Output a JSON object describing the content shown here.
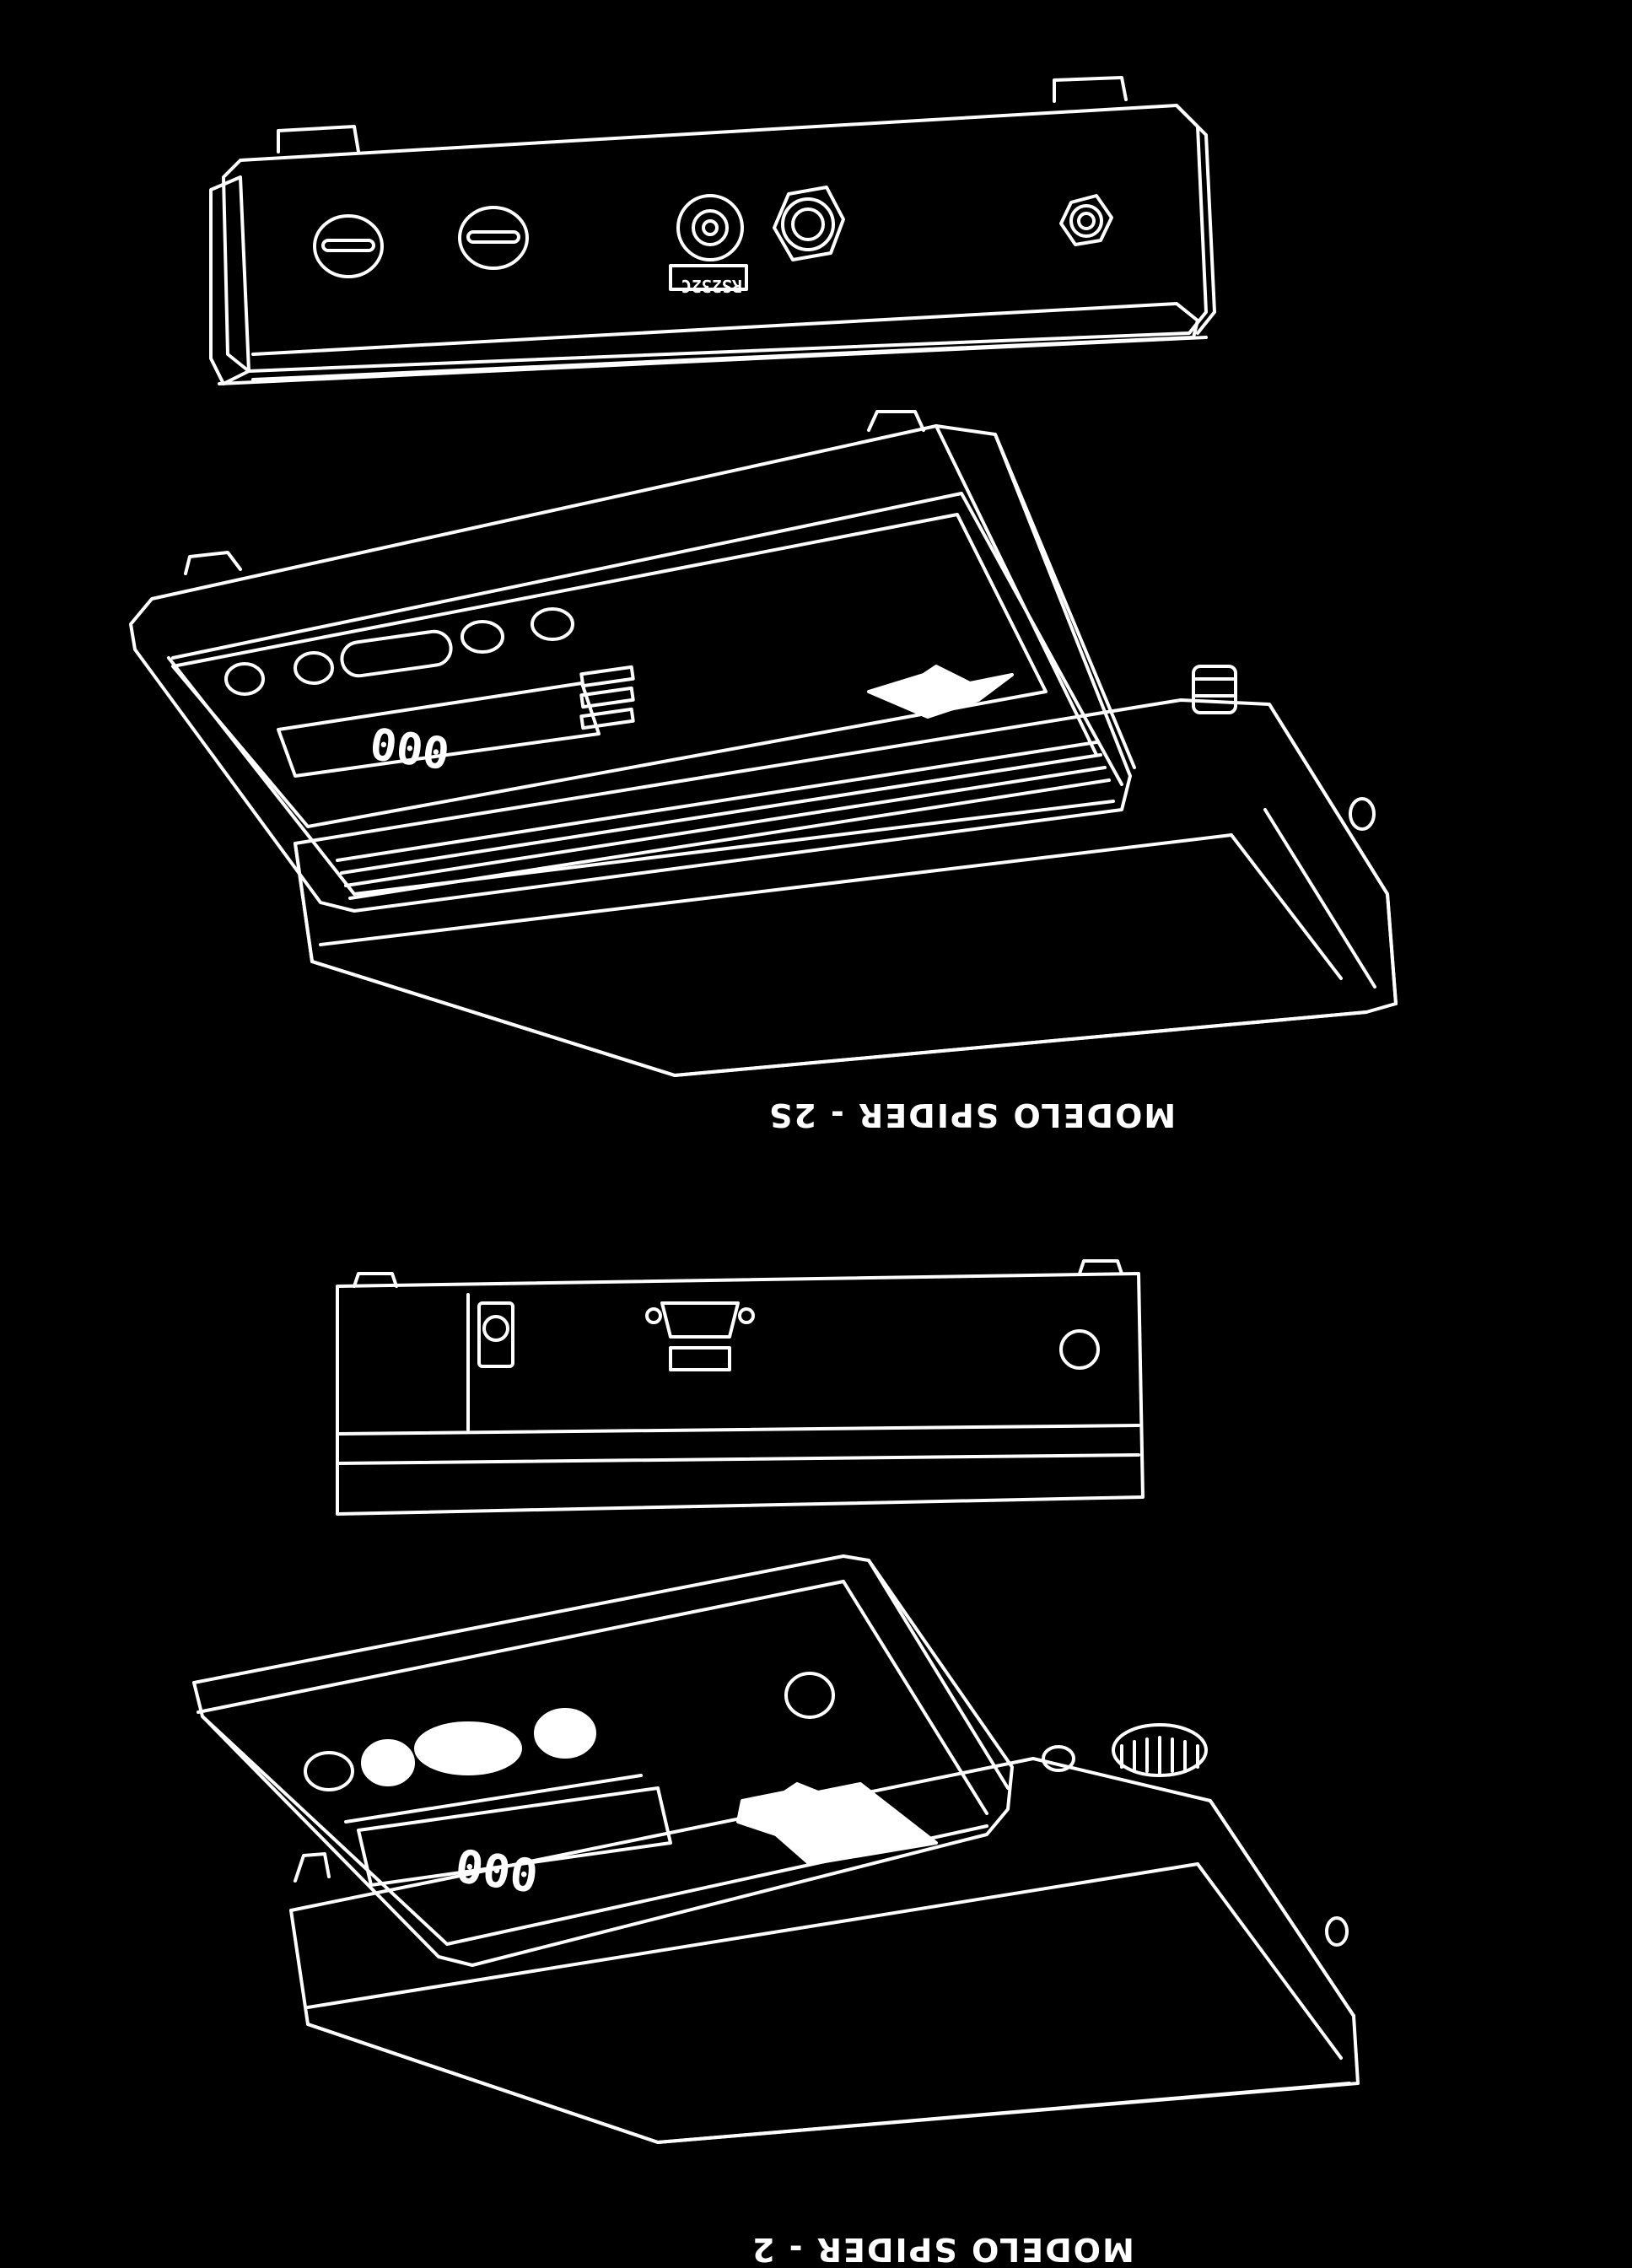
{
  "figure": {
    "captions": {
      "top": "MODELO SPIDER - 2S",
      "bottom": "MODELO SPIDER - 2"
    },
    "colors": {
      "background": "#000000",
      "line": "#ffffff"
    },
    "top_model": {
      "display_readout": "000",
      "rear_panel_label": "RS232C"
    },
    "bottom_model": {
      "display_readout": "000"
    }
  }
}
